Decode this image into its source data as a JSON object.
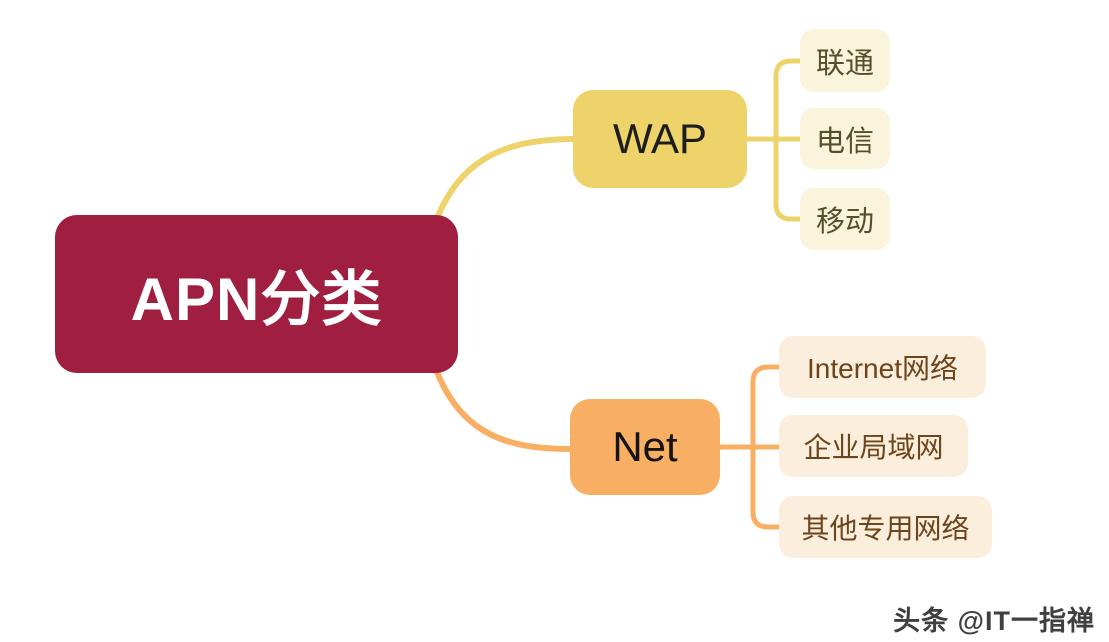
{
  "title": "APN分类",
  "diagram": {
    "type": "mindmap",
    "root": {
      "label": "APN分类",
      "color": "#A01E3F",
      "text_color": "#FFFFFF"
    },
    "branches": [
      {
        "label": "WAP",
        "color": "#EDD36A",
        "child_fill": "#FAF4DD",
        "text_color": "#1D1D1D",
        "child_text_color": "#55502C",
        "children": [
          {
            "label": "联通"
          },
          {
            "label": "电信"
          },
          {
            "label": "移动"
          }
        ]
      },
      {
        "label": "Net",
        "color": "#F9AF63",
        "child_fill": "#FCEEDC",
        "text_color": "#141414",
        "child_text_color": "#6E441B",
        "children": [
          {
            "label": "Internet网络"
          },
          {
            "label": "企业局域网"
          },
          {
            "label": "其他专用网络"
          }
        ]
      }
    ]
  },
  "watermark": {
    "text": "头条 @IT一指禅",
    "color": "#3F3F3F"
  }
}
